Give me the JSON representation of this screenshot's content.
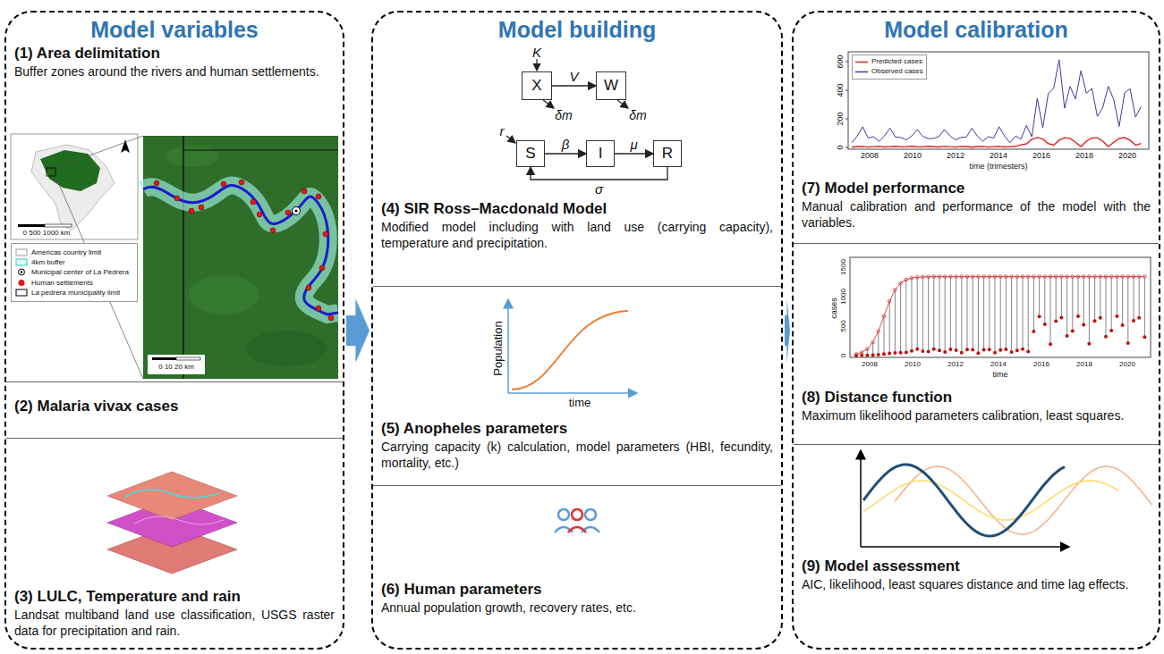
{
  "diagram": {
    "nodes": [
      {
        "text": [
          "Model variables"
        ]
      },
      {
        "text": [
          "(1) Area delimitation",
          "Buffer zones around the rivers and human settlements."
        ],
        "in": 0
      },
      {
        "text": [
          "(2) Malaria vivax cases"
        ],
        "in": 0
      },
      {
        "text": [
          "(3) LULC, Temperature and rain",
          "Landsat multiband land use classification, USGS raster data for precipitation and rain."
        ],
        "in": 0
      },
      {
        "text": [
          "Model building"
        ]
      },
      {
        "text": [
          "(4) SIR Ross–Macdonald Model",
          "Modified model including with land use (carrying capacity), temperature and precipitation."
        ],
        "in": 4
      },
      {
        "text": [
          "X"
        ],
        "in": 5
      },
      {
        "text": [
          "W"
        ],
        "in": 5
      },
      {
        "text": [
          "S"
        ],
        "in": 5
      },
      {
        "text": [
          "I"
        ],
        "in": 5
      },
      {
        "text": [
          "R"
        ],
        "in": 5
      },
      {
        "text": [
          "(5) Anopheles parameters",
          "Carrying capacity (k) calculation, model parameters (HBI, fecundity, mortality, etc.)"
        ],
        "in": 4
      },
      {
        "text": [
          "(6) Human parameters",
          "Annual population growth, recovery rates, etc."
        ],
        "in": 4
      },
      {
        "text": [
          "Model calibration"
        ]
      },
      {
        "text": [
          "(7) Model performance",
          "Manual calibration and performance of the model with the variables."
        ],
        "in": 13
      },
      {
        "text": [
          "(8) Distance function",
          "Maximum likelihood parameters calibration, least squares."
        ],
        "in": 13
      },
      {
        "text": [
          "(9) Model assessment",
          "AIC, likelihood, least squares distance and time lag effects."
        ],
        "in": 13
      }
    ],
    "edges": [
      {
        "from": 0,
        "to": 4,
        "arrow": "to"
      },
      {
        "from": 4,
        "to": 13,
        "arrow": "to"
      },
      {
        "from": 6,
        "to": 7,
        "label": "V",
        "arrow": "to"
      },
      {
        "from": 8,
        "to": 9,
        "label": "β",
        "arrow": "to"
      },
      {
        "from": 9,
        "to": 10,
        "label": "μ",
        "arrow": "to"
      },
      {
        "from": 10,
        "to": 8,
        "label": "σ",
        "arrow": "to"
      }
    ],
    "labels": [
      "K",
      "δm",
      "δm",
      "r",
      "Population",
      "time",
      "0",
      "200",
      "400",
      "600",
      "2008",
      "2010",
      "2012",
      "2014",
      "2016",
      "2018",
      "2020",
      "time (trimesters)",
      "0",
      "500",
      "1000",
      "1500",
      "cases",
      "2008",
      "2010",
      "2012",
      "2014",
      "2016",
      "2018",
      "2020",
      "time",
      "0 500 1000 km",
      "0 10 20 km"
    ],
    "legend": [
      {
        "text": "Americas country limit"
      },
      {
        "text": "4km buffer"
      },
      {
        "text": "Municipal center of La Pedrera"
      },
      {
        "text": "Human settlements"
      },
      {
        "text": "La pedrera municipality limit"
      },
      {
        "text": "Predicted cases"
      },
      {
        "text": "Observed cases"
      }
    ]
  }
}
